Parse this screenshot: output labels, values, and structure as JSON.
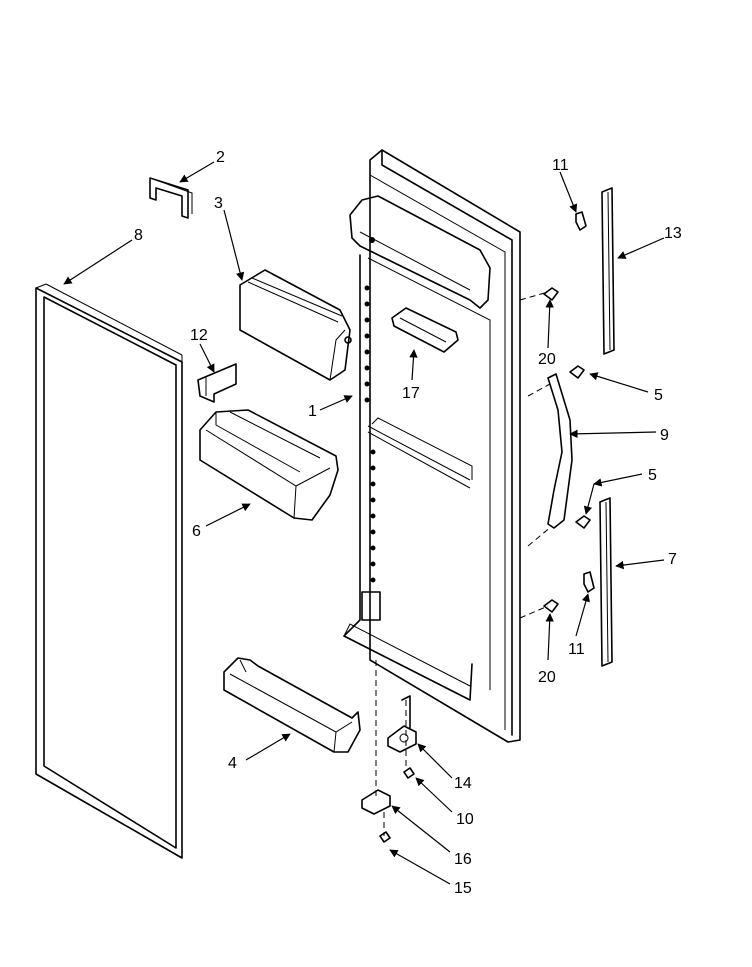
{
  "callouts": {
    "c1": "1",
    "c2": "2",
    "c3": "3",
    "c4": "4",
    "c5a": "5",
    "c5b": "5",
    "c6": "6",
    "c7": "7",
    "c8": "8",
    "c9": "9",
    "c10": "10",
    "c11a": "11",
    "c11b": "11",
    "c12": "12",
    "c13": "13",
    "c14": "14",
    "c15": "15",
    "c16": "16",
    "c17": "17",
    "c20a": "20",
    "c20b": "20"
  }
}
